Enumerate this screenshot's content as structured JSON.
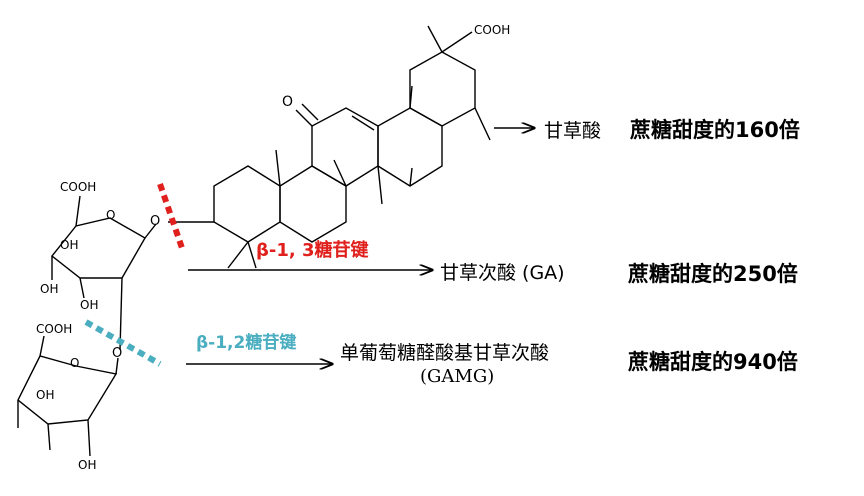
{
  "structure": {
    "cooh_top": "COOH",
    "ketone_o": "O",
    "glyc_cooh_1": "COOH",
    "glyc_cooh_2": "COOH",
    "ring_o_1": "O",
    "ring_o_2": "O",
    "link_o_1": "O",
    "link_o_2": "O",
    "oh_1": "OH",
    "oh_2": "OH",
    "oh_3": "OH",
    "oh_4": "OH",
    "oh_5": "OH"
  },
  "bonds": {
    "beta13": "β-1, 3糖苷键",
    "beta12": "β-1,2糖苷键",
    "beta13_color": "#e0201c",
    "beta12_color": "#4aaec0"
  },
  "compounds": {
    "ga_aglycone": "甘草酸",
    "ga": "甘草次酸 (GA)",
    "gamg_line1": "单葡萄糖醛酸基甘草次酸",
    "gamg_line2": "(GAMG)"
  },
  "sweetness": {
    "s1": "蔗糖甜度的160倍",
    "s2": "蔗糖甜度的250倍",
    "s3": "蔗糖甜度的940倍"
  }
}
